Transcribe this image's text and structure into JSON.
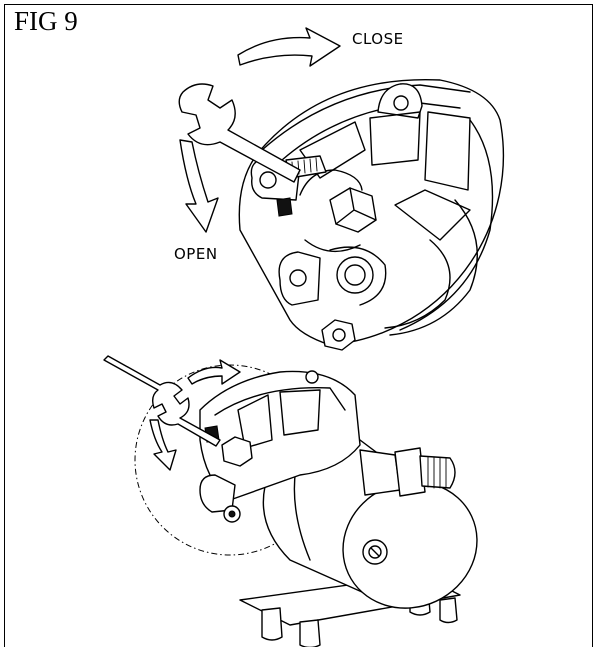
{
  "figure": {
    "title": "FIG 9",
    "labels": {
      "close": "CLOSE",
      "open": "OPEN"
    }
  },
  "icons": {
    "close_arrow": "curved-arrow-right",
    "open_arrow": "curved-arrow-down",
    "wrench": "wrench-icon"
  },
  "colors": {
    "line": "#000000",
    "background": "#ffffff"
  }
}
